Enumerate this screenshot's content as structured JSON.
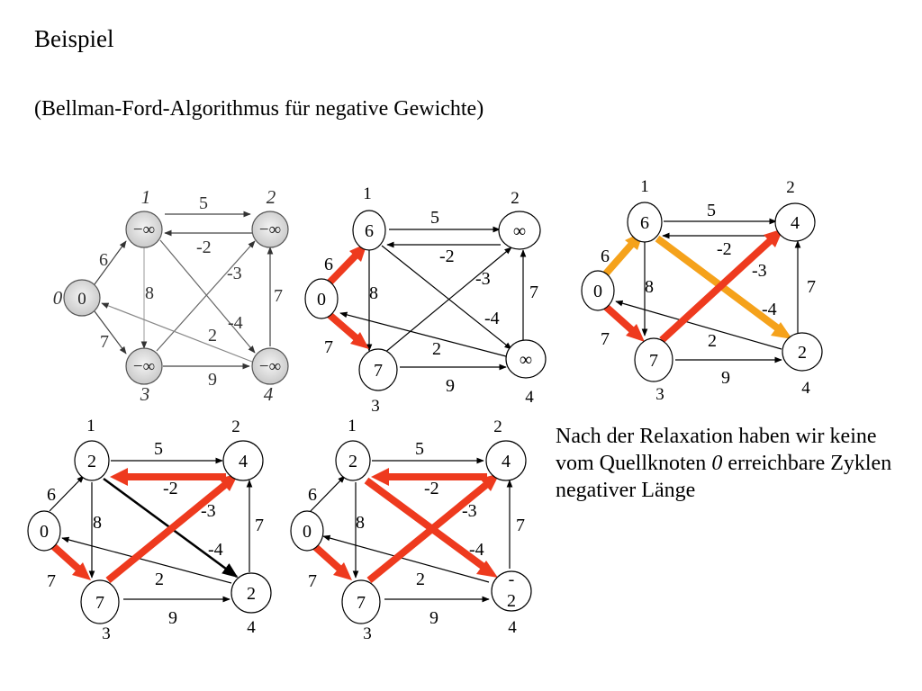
{
  "title": "Beispiel",
  "subtitle": "(Bellman-Ford-Algorithmus für negative Gewichte)",
  "note": {
    "text_before": "Nach der Relaxation haben wir keine vom Quellknoten ",
    "source_node": "0",
    "text_after": " erreichbare Zyklen negativer Länge"
  },
  "colors": {
    "red": "#ee3a1e",
    "orange": "#f5a21b",
    "init_node_fill": "#e2e2e2",
    "init_edge": "#555555"
  },
  "edge_weights": {
    "e12": "5",
    "e21": "-2",
    "e01": "6",
    "e03": "7",
    "e13": "8",
    "e14": "-4",
    "e32": "-3",
    "e42": "7",
    "e40": "2",
    "e34": "9"
  },
  "graphs": [
    {
      "id": "g1",
      "nodes": {
        "0": "0",
        "1": "−∞",
        "2": "−∞",
        "3": "−∞",
        "4": "−∞"
      },
      "ids": {
        "0": "0",
        "1": "1",
        "2": "2",
        "3": "3",
        "4": "4"
      }
    },
    {
      "id": "g2",
      "nodes": {
        "0": "0",
        "1": "6",
        "2": "∞",
        "3": "7",
        "4": "∞"
      },
      "ids": {
        "1": "1",
        "2": "2",
        "3": "3",
        "4": "4"
      }
    },
    {
      "id": "g3",
      "nodes": {
        "0": "0",
        "1": "6",
        "2": "4",
        "3": "7",
        "4": "2"
      },
      "ids": {
        "1": "1",
        "2": "2",
        "3": "3",
        "4": "4"
      }
    },
    {
      "id": "g4",
      "nodes": {
        "0": "0",
        "1": "2",
        "2": "4",
        "3": "7",
        "4": "2"
      },
      "ids": {
        "1": "1",
        "2": "2",
        "3": "3",
        "4": "4"
      }
    },
    {
      "id": "g5",
      "nodes": {
        "0": "0",
        "1": "2",
        "2": "4",
        "3": "7",
        "4_line1": "-",
        "4_line2": "2"
      },
      "ids": {
        "1": "1",
        "2": "2",
        "3": "3",
        "4": "4"
      }
    }
  ]
}
